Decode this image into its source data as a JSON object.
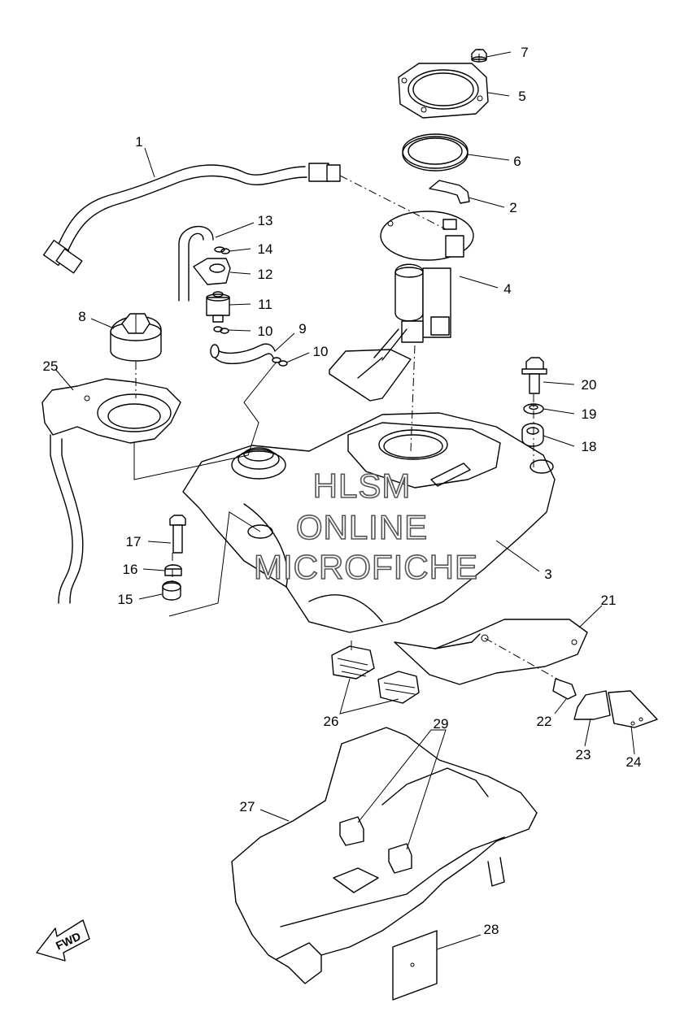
{
  "callouts": [
    {
      "label": "1"
    },
    {
      "label": "2"
    },
    {
      "label": "3"
    },
    {
      "label": "4"
    },
    {
      "label": "5"
    },
    {
      "label": "6"
    },
    {
      "label": "7"
    },
    {
      "label": "8"
    },
    {
      "label": "9"
    },
    {
      "label": "10"
    },
    {
      "label": "10"
    },
    {
      "label": "11"
    },
    {
      "label": "12"
    },
    {
      "label": "13"
    },
    {
      "label": "14"
    },
    {
      "label": "15"
    },
    {
      "label": "16"
    },
    {
      "label": "17"
    },
    {
      "label": "18"
    },
    {
      "label": "19"
    },
    {
      "label": "20"
    },
    {
      "label": "21"
    },
    {
      "label": "22"
    },
    {
      "label": "23"
    },
    {
      "label": "24"
    },
    {
      "label": "25"
    },
    {
      "label": "26"
    },
    {
      "label": "27"
    },
    {
      "label": "28"
    },
    {
      "label": "29"
    }
  ],
  "watermark": {
    "line1": "HLSM",
    "line2": "ONLINE",
    "line3": "MICROFICHE"
  },
  "direction_arrow": {
    "label": "FWD"
  }
}
